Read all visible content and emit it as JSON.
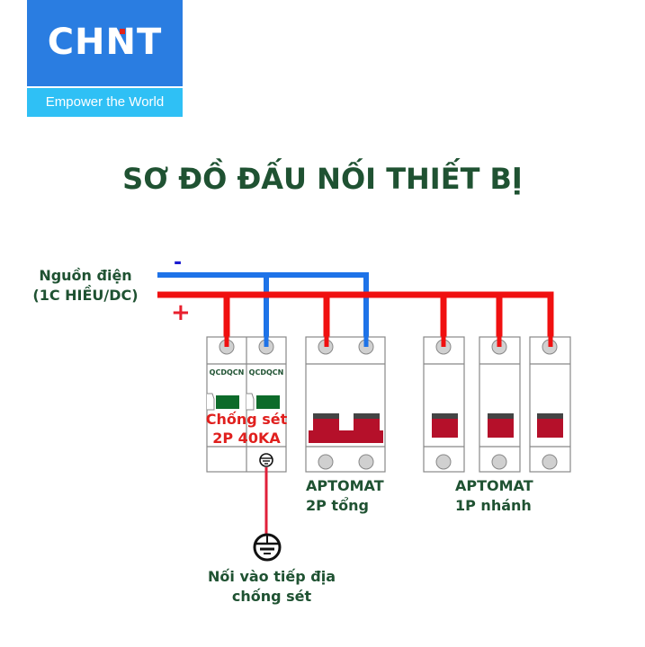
{
  "logo": {
    "brand": "CHNT",
    "slogan": "Empower the World",
    "colors": {
      "primary": "#2a7de1",
      "secondary": "#2fc0f5",
      "accent_dot": "#e2231a"
    }
  },
  "title": "SƠ ĐỒ ĐẤU NỐI THIẾT BỊ",
  "power_source": {
    "line1": "Nguồn điện",
    "line2": "(1C HIỀU/DC)",
    "negative_sign": "-",
    "positive_sign": "+",
    "negative_color": "#1e73e8",
    "positive_color": "#f01010"
  },
  "devices": {
    "spd": {
      "pole_labels": [
        "QCDQCN",
        "QCDQCN"
      ],
      "line1": "Chống sét",
      "line2": "2P 40KA"
    },
    "main_breaker": {
      "line1": "APTOMAT",
      "line2": "2P tổng"
    },
    "branch_breakers": {
      "count": 3,
      "line1": "APTOMAT",
      "line2": "1P nhánh"
    }
  },
  "ground": {
    "line1": "Nối vào tiếp địa",
    "line2": "chống sét"
  },
  "colors": {
    "text_green": "#1f5232",
    "red_label": "#e0201e",
    "breaker_handle": "#b5102a"
  }
}
